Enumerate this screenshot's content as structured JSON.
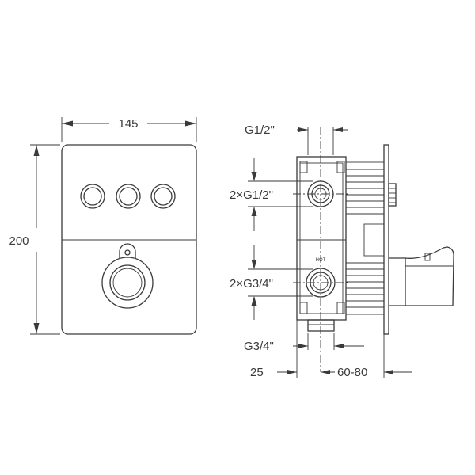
{
  "front_view": {
    "width_label": "145",
    "height_label": "200"
  },
  "side_view": {
    "top_inlet_label": "G1/2\"",
    "upper_outlets_label": "2×G1/2\"",
    "lower_outlets_label": "2×G3/4\"",
    "bottom_inlet_label": "G3/4\"",
    "depth_label": "25",
    "adjust_label": "60-80",
    "hot_marking": "HOT"
  }
}
